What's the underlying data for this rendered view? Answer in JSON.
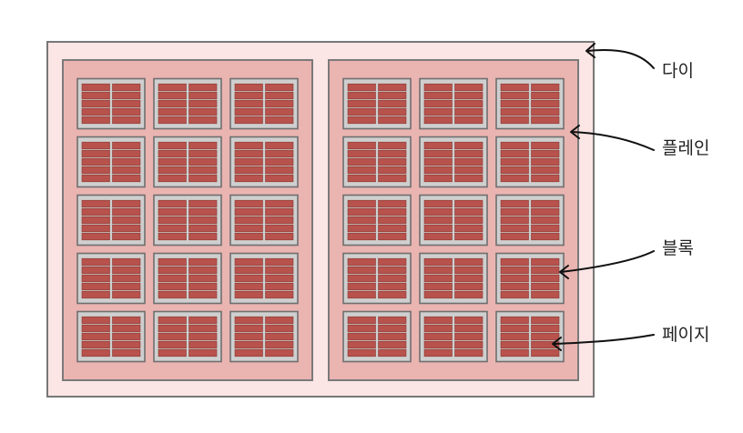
{
  "labels": {
    "die": "다이",
    "plane": "플레인",
    "block": "블록",
    "page": "페이지"
  },
  "structure": {
    "planes": 2,
    "block_rows": 5,
    "block_cols": 3,
    "pages_per_block_column": 5,
    "page_columns_per_block": 2
  },
  "colors": {
    "die": "#fbe5e5",
    "plane": "#eab4b1",
    "block": "#cfcfcf",
    "page": "#b8524c"
  }
}
